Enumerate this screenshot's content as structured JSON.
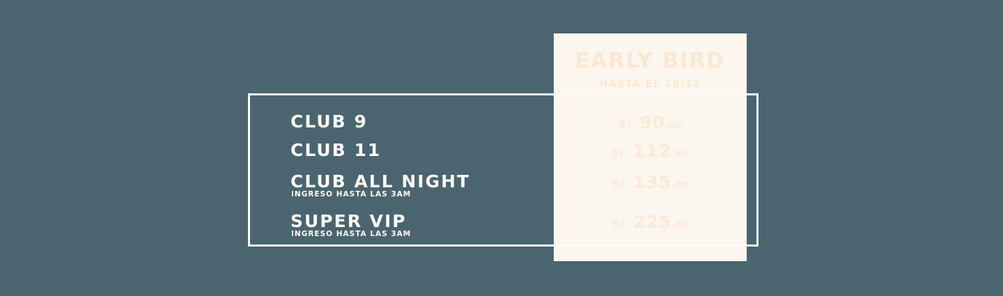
{
  "poster": {
    "early_bird": {
      "title": "EARLY BIRD",
      "subtitle": "HASTA EL 18/11"
    },
    "tiers": [
      {
        "name": "CLUB 9",
        "note": "",
        "currency": "S/.",
        "amount": "90",
        "cents": ".00"
      },
      {
        "name": "CLUB 11",
        "note": "",
        "currency": "S/.",
        "amount": "112",
        "cents": ".50"
      },
      {
        "name": "CLUB ALL NIGHT",
        "note": "INGRESO HASTA LAS 3AM",
        "currency": "S/.",
        "amount": "135",
        "cents": ".00"
      },
      {
        "name": "SUPER VIP",
        "note": "INGRESO HASTA LAS 3AM",
        "currency": "S/.",
        "amount": "225",
        "cents": ".00"
      }
    ],
    "colors": {
      "background": "#4a6570",
      "panel": "#fbf6ee",
      "outline": "#fcfaf5",
      "price_text": "#fce9d7",
      "header_text": "#fbe7d2",
      "label_text": "#fdfaf4"
    }
  }
}
